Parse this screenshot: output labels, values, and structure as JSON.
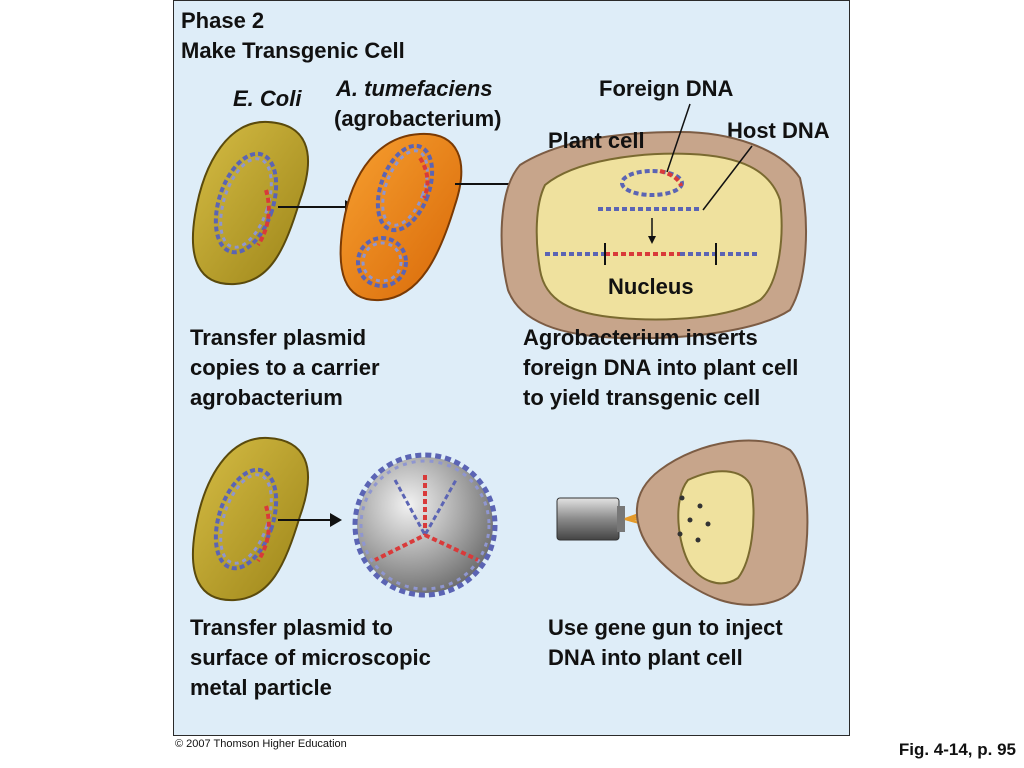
{
  "header": {
    "phase": "Phase 2",
    "subtitle": "Make Transgenic Cell"
  },
  "labels": {
    "ecoli": "E. Coli",
    "agro_name": "A. tumefaciens",
    "agro_common": "(agrobacterium)",
    "foreign_dna": "Foreign DNA",
    "host_dna": "Host DNA",
    "plant_cell": "Plant cell",
    "nucleus": "Nucleus"
  },
  "captions": {
    "top_left": [
      "Transfer plasmid",
      "copies to a carrier",
      "agrobacterium"
    ],
    "top_right": [
      "Agrobacterium inserts",
      "foreign DNA into plant cell",
      "to yield transgenic cell"
    ],
    "bottom_left": [
      "Transfer plasmid to",
      "surface of microscopic",
      "metal particle"
    ],
    "bottom_right": [
      "Use gene gun to inject",
      "DNA into plant cell"
    ]
  },
  "footer": {
    "copyright": "© 2007 Thomson Higher Education",
    "fig_ref": "Fig. 4-14, p. 95"
  },
  "colors": {
    "panel_bg": "#deedf8",
    "ecoli_fill": "#b9a02c",
    "agro_fill": "#f0861a",
    "cell_wall": "#c7a58b",
    "cytoplasm": "#efe19e",
    "dna_blue": "#5b64b4",
    "dna_red": "#d93a3a"
  }
}
